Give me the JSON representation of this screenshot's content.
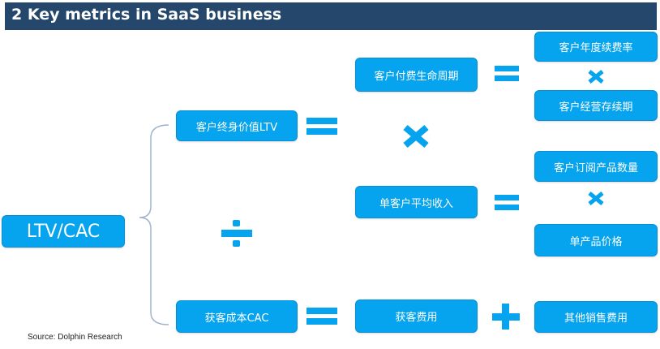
{
  "header": {
    "title": "2 Key metrics in SaaS business"
  },
  "colors": {
    "header_bg": "#25476c",
    "box": "#06a3ee",
    "text": "#ffffff"
  },
  "nodes": {
    "root": "LTV/CAC",
    "ltv": "客户终身价值LTV",
    "cac": "获客成本CAC",
    "lifecycle": "客户付费生命周期",
    "arpu": "单客户平均收入",
    "renewal_rate": "客户年度续费率",
    "operating_period": "客户经营存续期",
    "subscription_count": "客户订阅产品数量",
    "unit_price": "单产品价格",
    "acquisition_cost": "获客费用",
    "other_sales_cost": "其他销售费用"
  },
  "operators": {
    "equals": "equals-icon",
    "times": "times-icon",
    "divide": "divide-icon",
    "plus": "plus-icon"
  },
  "footer": {
    "source": "Source: Dolphin Research"
  }
}
